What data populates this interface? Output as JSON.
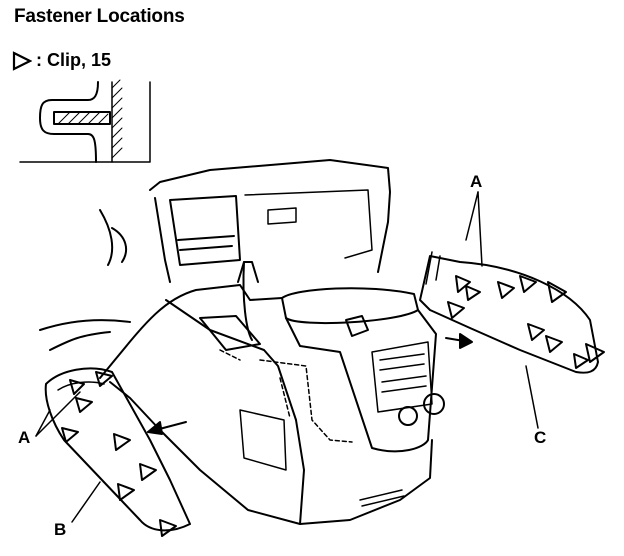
{
  "title": "Fastener Locations",
  "legend": {
    "symbol": "clip-triangle",
    "text": ": Clip, 15"
  },
  "callouts": {
    "a_right": "A",
    "a_left": "A",
    "b": "B",
    "c": "C"
  },
  "colors": {
    "ink": "#000000",
    "paper": "#ffffff"
  }
}
